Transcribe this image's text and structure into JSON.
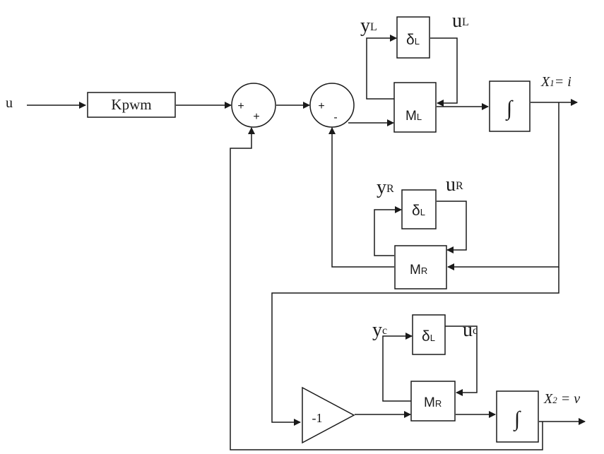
{
  "input": {
    "label": "u"
  },
  "gain_block": {
    "label": "Kpwm"
  },
  "sum1": {
    "sign_a": "+",
    "sign_b": "+"
  },
  "sum2": {
    "sign_a": "+",
    "sign_b": "-"
  },
  "loop_L": {
    "uncertainty": {
      "main": "δ",
      "sub": "L"
    },
    "plant": {
      "main": "M",
      "sub": "L"
    },
    "y": {
      "main": "y",
      "sub": "L"
    },
    "u": {
      "main": "u",
      "sub": "L"
    }
  },
  "loop_R": {
    "uncertainty": {
      "main": "δ",
      "sub": "L"
    },
    "plant": {
      "main": "M",
      "sub": "R"
    },
    "y": {
      "main": "y",
      "sub": "R"
    },
    "u": {
      "main": "u",
      "sub": "R"
    }
  },
  "loop_C": {
    "uncertainty": {
      "main": "δ",
      "sub": "L"
    },
    "plant": {
      "main": "M",
      "sub": "R"
    },
    "y": {
      "main": "y",
      "sub": "c"
    },
    "u": {
      "main": "u",
      "sub": "c"
    }
  },
  "integrator_symbol": "∫",
  "neg_gain": {
    "label": "-1"
  },
  "output1": {
    "var": "X",
    "sub": "1",
    "rest": "= i"
  },
  "output2": {
    "var": "X",
    "sub": "2",
    "rest": " = v"
  }
}
